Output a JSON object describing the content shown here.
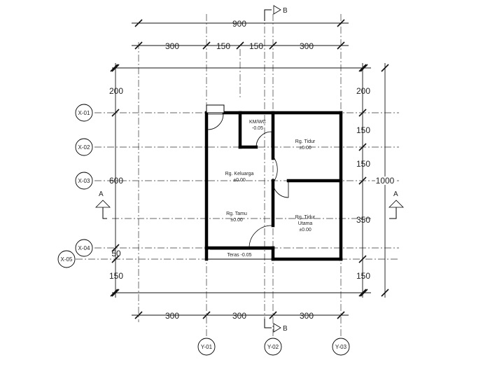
{
  "dimensions": {
    "top_total": "900",
    "top_segments": [
      "300",
      "150",
      "150",
      "300"
    ],
    "bottom_segments": [
      "300",
      "300",
      "300"
    ],
    "left": [
      "200",
      "600",
      "50",
      "150"
    ],
    "right": [
      "200",
      "150",
      "150",
      "350",
      "150"
    ],
    "right_total": "1000"
  },
  "grid_x": [
    "X-01",
    "X-02",
    "X-03",
    "X-04",
    "X-05"
  ],
  "grid_y": [
    "Y-01",
    "Y-02",
    "Y-03"
  ],
  "sections": {
    "a": "A",
    "b": "B"
  },
  "rooms": {
    "kmwc": {
      "name": "KM/WC",
      "level": "-0.05"
    },
    "tidur": {
      "name": "Rg. Tidur",
      "level": "±0.00"
    },
    "keluarga": {
      "name": "Rg. Keluarga",
      "level": "±0.00"
    },
    "tamu": {
      "name": "Rg. Tamu",
      "level": "±0.00"
    },
    "tidur_utama": {
      "name1": "Rg. Tidur",
      "name2": "Utama",
      "level": "±0.00"
    },
    "teras": {
      "name": "Teras -0.05"
    }
  }
}
